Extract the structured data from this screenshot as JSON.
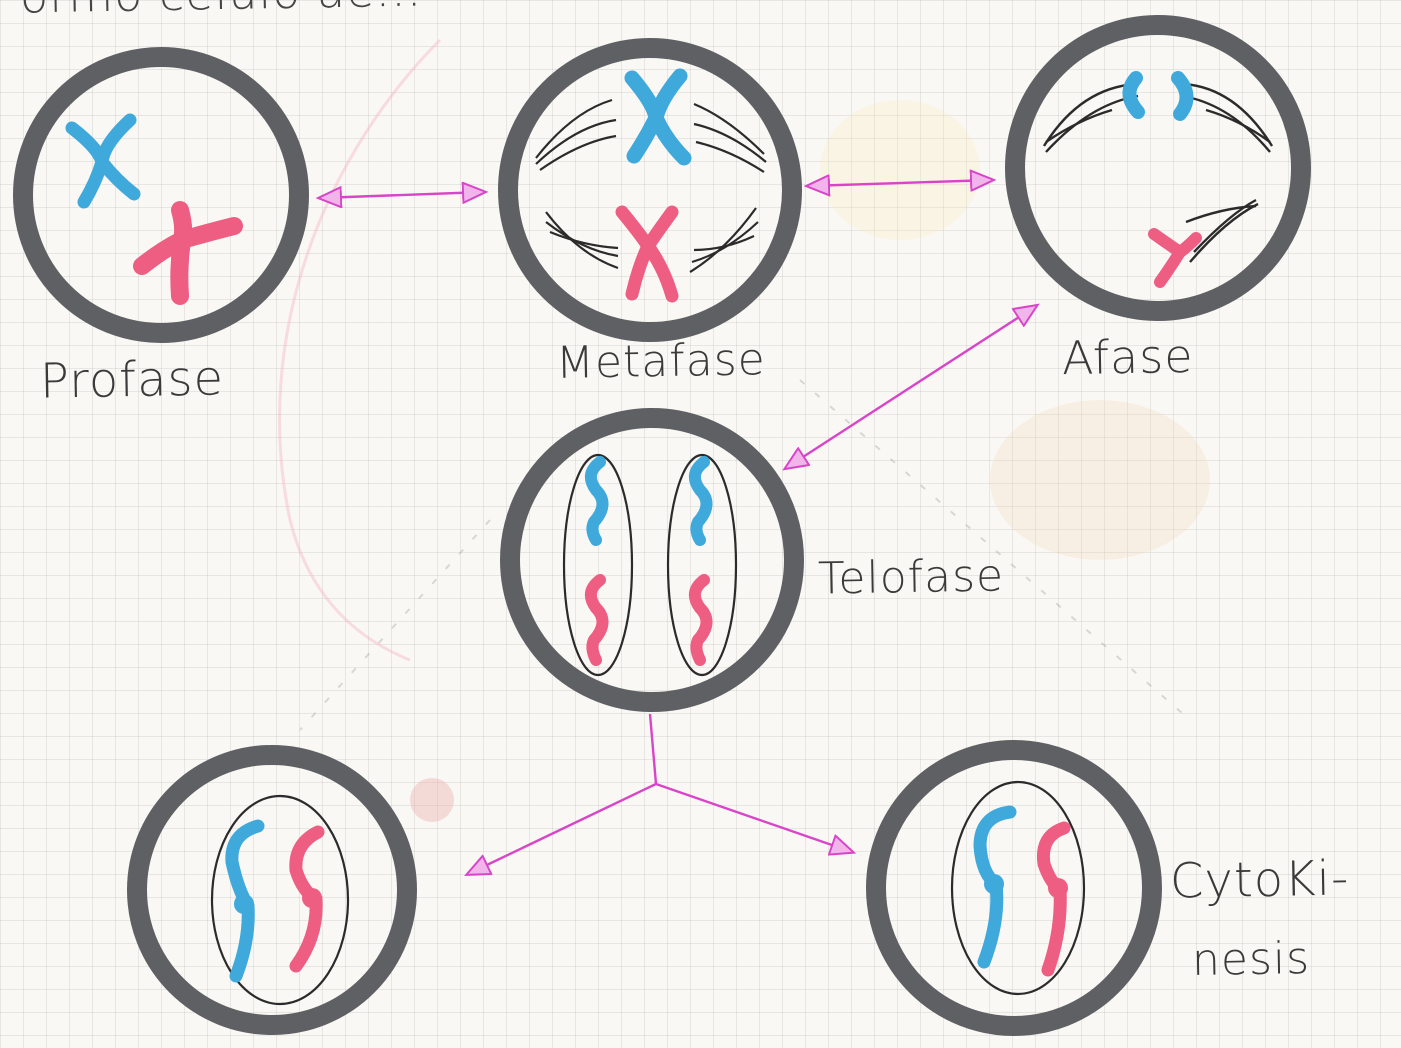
{
  "labels": {
    "top_partial": "ormo celulo ae...",
    "prophase": "Profase",
    "metaphase": "Metafase",
    "anaphase": "Afase",
    "telophase": "Telofase",
    "cytokinesis_line1": "CytoKi-",
    "cytokinesis_line2": "nesis"
  },
  "colors": {
    "membrane": "#5f6063",
    "chromosome_blue": "#3fa9dc",
    "chromosome_pink": "#ee5d82",
    "arrow": "#d845c8",
    "ink": "#2b2b2b"
  }
}
